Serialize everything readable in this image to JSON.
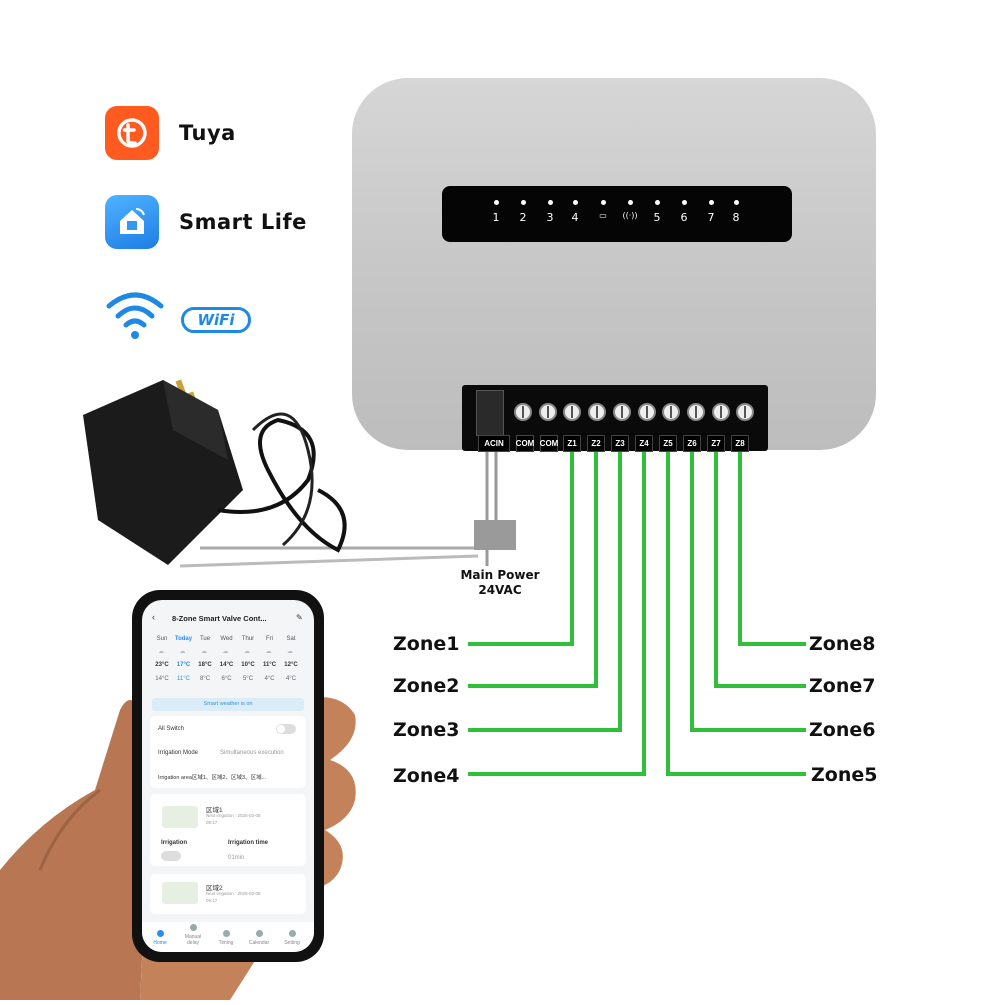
{
  "brands": [
    {
      "name": "Tuya",
      "icon": "tuya-icon",
      "color": "#ff5722"
    },
    {
      "name": "Smart Life",
      "icon": "smart-life-icon",
      "color": "#2a8bf2"
    }
  ],
  "wifi": {
    "badge": "WiFi",
    "icon": "wifi-icon",
    "color": "#1e88e5"
  },
  "controller": {
    "led_labels": [
      "1",
      "2",
      "3",
      "4",
      "",
      "",
      "5",
      "6",
      "7",
      "8"
    ],
    "led_icons": [
      "",
      "",
      "",
      "",
      "battery-icon",
      "signal-icon",
      "",
      "",
      "",
      ""
    ],
    "terminal_labels": [
      "ACIN",
      "COM",
      "COM",
      "Z1",
      "Z2",
      "Z3",
      "Z4",
      "Z5",
      "Z6",
      "Z7",
      "Z8"
    ]
  },
  "power": {
    "line1": "Main Power",
    "line2": "24VAC"
  },
  "zones": {
    "left": [
      "Zone1",
      "Zone2",
      "Zone3",
      "Zone4"
    ],
    "right": [
      "Zone8",
      "Zone7",
      "Zone6",
      "Zone5"
    ],
    "wire_color": "#2fbf3a"
  },
  "phone": {
    "title": "8-Zone Smart Valve Cont...",
    "days": [
      "Sun",
      "Today",
      "Tue",
      "Wed",
      "Thur",
      "Fri",
      "Sat"
    ],
    "highs": [
      "23°C",
      "17°C",
      "18°C",
      "14°C",
      "10°C",
      "11°C",
      "12°C"
    ],
    "lows": [
      "14°C",
      "11°C",
      "8°C",
      "6°C",
      "5°C",
      "4°C",
      "4°C"
    ],
    "weather_banner": "Smart weather is on",
    "all_switch": "All Switch",
    "irrigation_mode_label": "Irrigation Mode",
    "irrigation_mode_value": "Simultaneous execution",
    "irrigation_area": "Irrigation area区域1、区域2、区域3、区域...",
    "zone1": {
      "name": "区域1",
      "next": "Next irrigation : 2025-03-08",
      "time": "09:17"
    },
    "irrigation_label": "Irrigation",
    "irrigation_time_label": "Irrigation time",
    "irrigation_time_value": "01min",
    "zone2": {
      "name": "区域2",
      "next": "Next irrigation : 2025-03-08",
      "time": "09:17"
    },
    "nav": [
      "Home",
      "Manual delay",
      "Timing",
      "Calendar",
      "Setting"
    ]
  }
}
